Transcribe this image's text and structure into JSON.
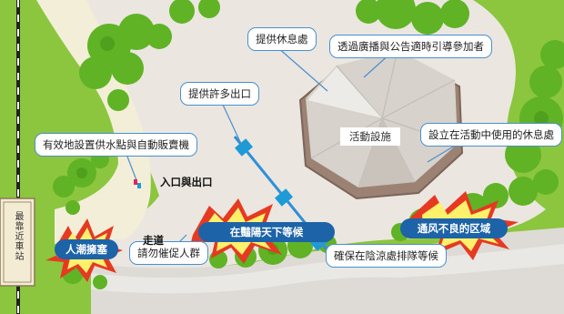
{
  "colors": {
    "park_green": "#8cc63f",
    "tree_green": "#5fb324",
    "path_beige": "#f1ecd8",
    "plaza_gray": "#e9e5e0",
    "callout_border": "#4a8fd0",
    "pill_blue": "#1d63a8",
    "queue_line": "#2f8fd9",
    "barrier_blue": "#1e9bd7",
    "burst_red": "#e53922",
    "burst_yellow": "#fff16b"
  },
  "icons": {
    "burst": "warning-burst-icon",
    "barrier": "barrier-icon",
    "tree": "tree-icon",
    "railway": "railway-track-icon"
  },
  "labels": {
    "rest_area": "提供休息處",
    "broadcast": "透過廣播與公告適時引導參加者",
    "multiple_exits": "提供許多出口",
    "water_vending": "有效地設置供水點與自動販賣機",
    "venue_rest": "設立在活動中使用的休息處",
    "facility": "活動設施",
    "entrance_exit": "入口與出口",
    "walkway": "走道",
    "no_rushing": "請勿催促人群",
    "shade_queue": "確保在陰涼處排隊等候",
    "station": "最靠近車站"
  },
  "warnings": {
    "crowded": "人潮擁塞",
    "sun_wait": "在豔陽天下等候",
    "poor_ventilation": "通风不良的区域"
  }
}
